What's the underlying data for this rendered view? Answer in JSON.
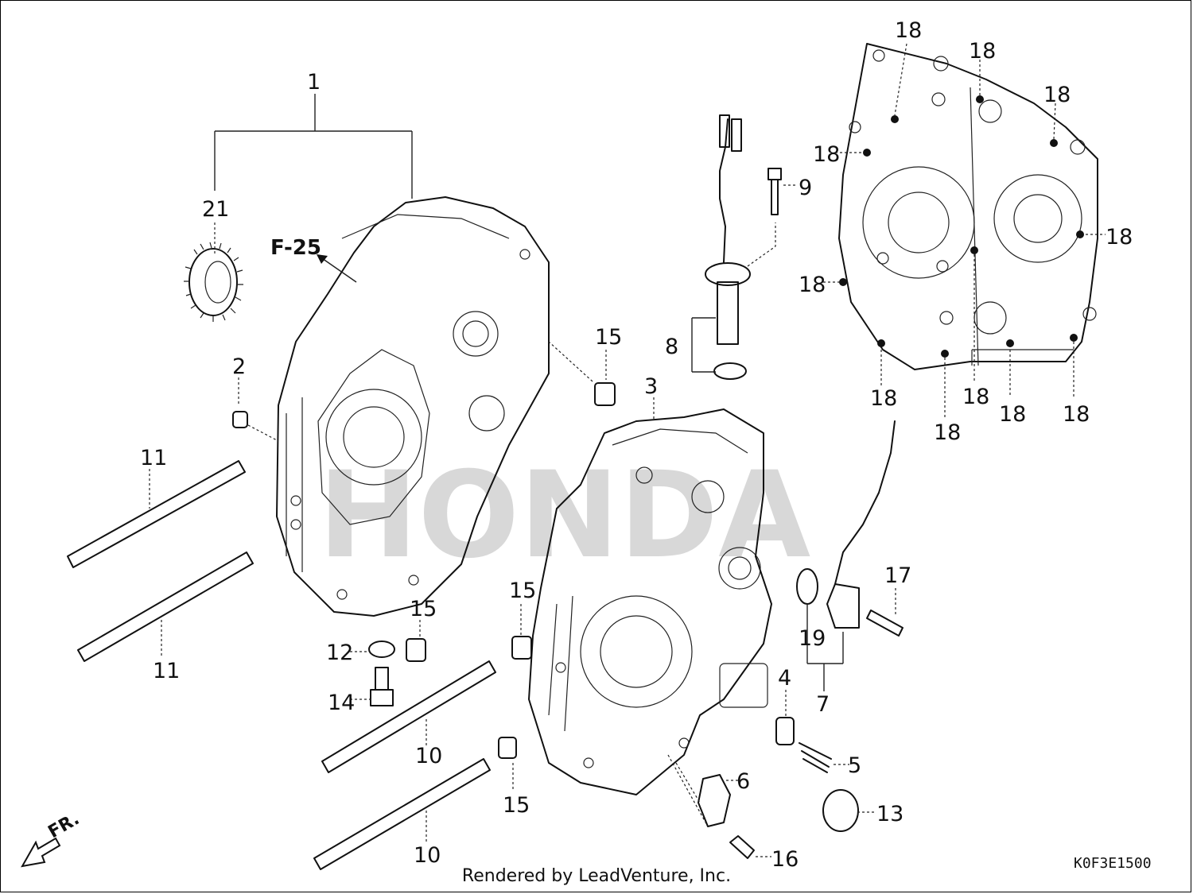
{
  "diagram": {
    "callouts": [
      {
        "id": "1",
        "label": "1"
      },
      {
        "id": "2",
        "label": "2"
      },
      {
        "id": "3",
        "label": "3"
      },
      {
        "id": "4",
        "label": "4"
      },
      {
        "id": "5",
        "label": "5"
      },
      {
        "id": "6",
        "label": "6"
      },
      {
        "id": "7",
        "label": "7"
      },
      {
        "id": "8",
        "label": "8"
      },
      {
        "id": "9",
        "label": "9"
      },
      {
        "id": "10a",
        "label": "10"
      },
      {
        "id": "10b",
        "label": "10"
      },
      {
        "id": "11a",
        "label": "11"
      },
      {
        "id": "11b",
        "label": "11"
      },
      {
        "id": "12",
        "label": "12"
      },
      {
        "id": "13",
        "label": "13"
      },
      {
        "id": "14",
        "label": "14"
      },
      {
        "id": "15a",
        "label": "15"
      },
      {
        "id": "15b",
        "label": "15"
      },
      {
        "id": "15c",
        "label": "15"
      },
      {
        "id": "15d",
        "label": "15"
      },
      {
        "id": "16",
        "label": "16"
      },
      {
        "id": "17",
        "label": "17"
      },
      {
        "id": "18a",
        "label": "18"
      },
      {
        "id": "18b",
        "label": "18"
      },
      {
        "id": "18c",
        "label": "18"
      },
      {
        "id": "18d",
        "label": "18"
      },
      {
        "id": "18e",
        "label": "18"
      },
      {
        "id": "18f",
        "label": "18"
      },
      {
        "id": "18g",
        "label": "18"
      },
      {
        "id": "18h",
        "label": "18"
      },
      {
        "id": "18i",
        "label": "18"
      },
      {
        "id": "18j",
        "label": "18"
      },
      {
        "id": "19",
        "label": "19"
      },
      {
        "id": "21",
        "label": "21"
      }
    ],
    "reference": "F-25",
    "front_label": "FR.",
    "drawing_code": "K0F3E1500",
    "watermark": "HONDA"
  },
  "footer": {
    "text": "Rendered by LeadVenture, Inc."
  }
}
